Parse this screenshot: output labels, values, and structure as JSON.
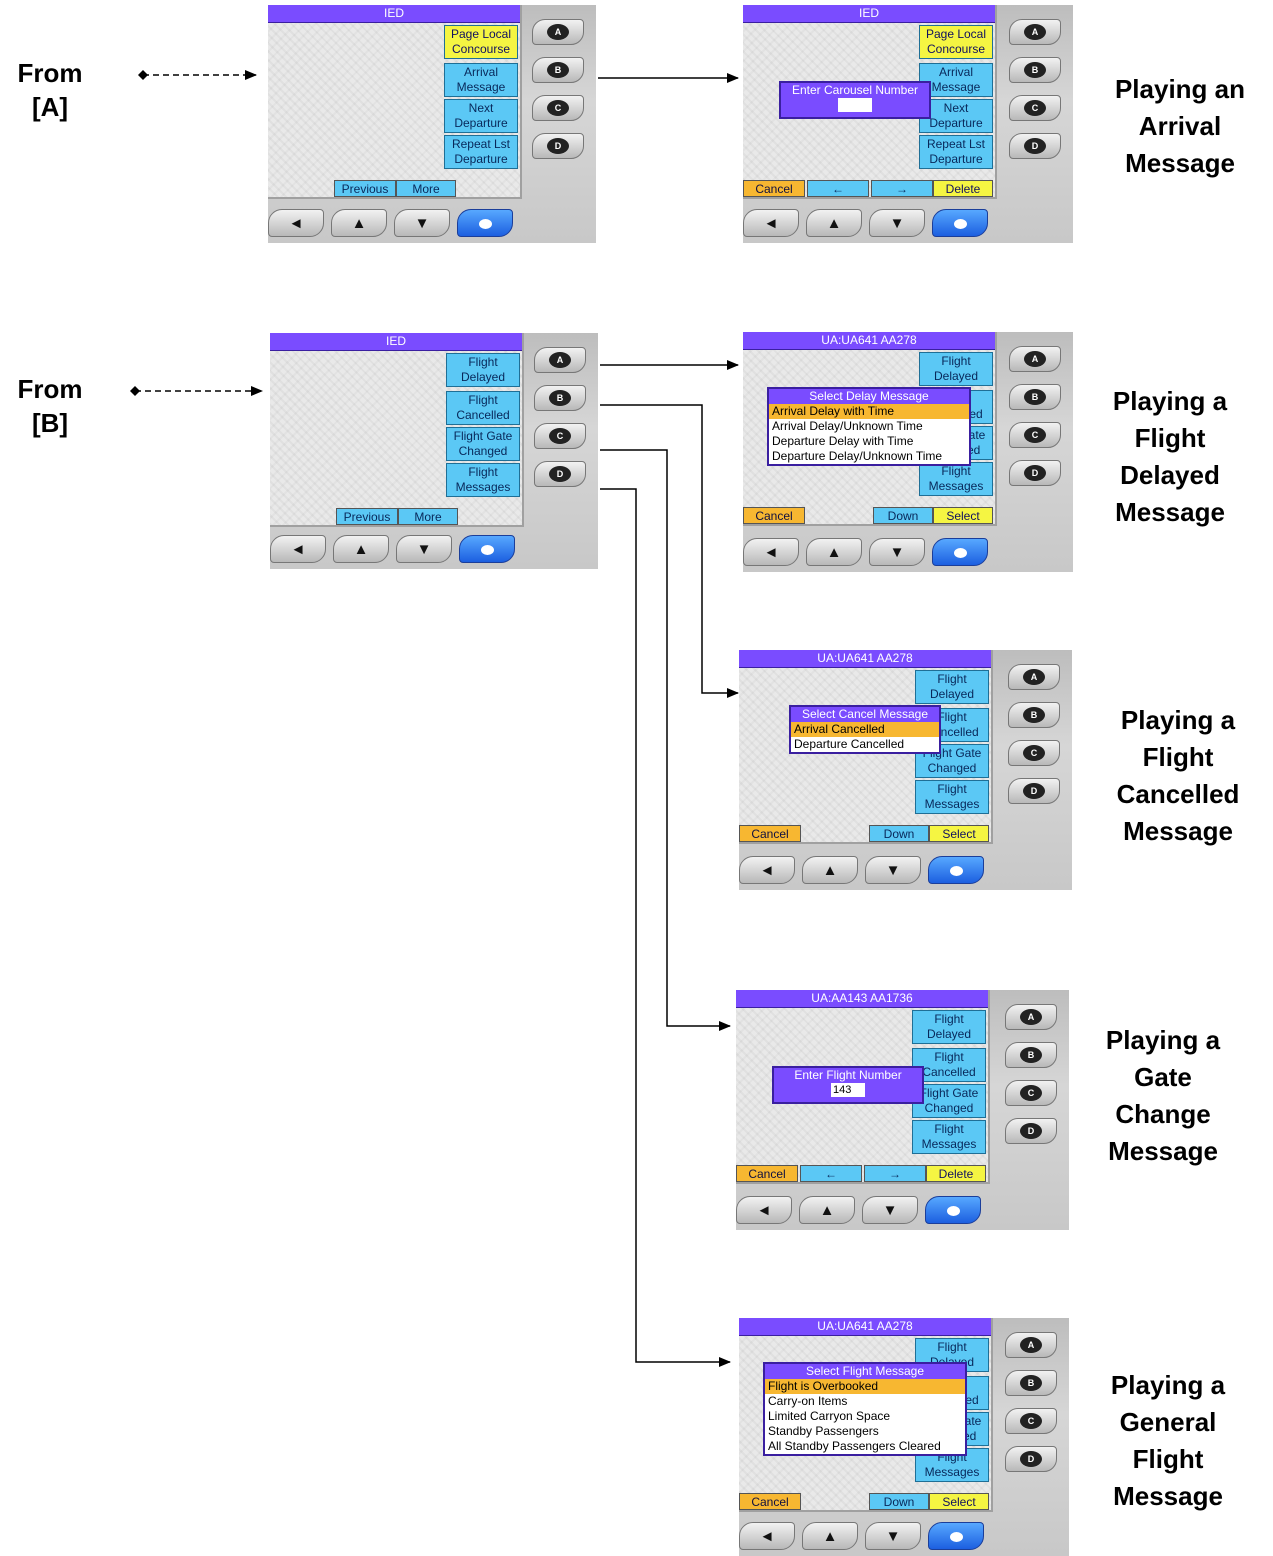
{
  "section_a": {
    "from": [
      "From",
      "[A]"
    ]
  },
  "section_b": {
    "from": [
      "From",
      "[B]"
    ]
  },
  "captions": {
    "arrival": [
      "Playing an",
      "Arrival",
      "Message"
    ],
    "delayed": [
      "Playing a",
      "Flight",
      "Delayed",
      "Message"
    ],
    "cancelled": [
      "Playing a",
      "Flight",
      "Cancelled",
      "Message"
    ],
    "gate": [
      "Playing a",
      "Gate",
      "Change",
      "Message"
    ],
    "general": [
      "Playing a",
      "General",
      "Flight",
      "Message"
    ]
  },
  "sidekey_glyphs": [
    "A",
    "B",
    "C",
    "D"
  ],
  "nav_keys": [
    "◄",
    "▲",
    "▼",
    "●"
  ],
  "screens": {
    "a_menu": {
      "title": "IED",
      "buttons": [
        [
          "Page Local",
          "Concourse"
        ],
        [
          "Arrival",
          "Message"
        ],
        [
          "Next",
          "Departure"
        ],
        [
          "Repeat Lst",
          "Departure"
        ]
      ],
      "bottom": [
        "Previous",
        "More"
      ]
    },
    "a_arrival": {
      "title": "IED",
      "buttons": [
        [
          "Page Local",
          "Concourse"
        ],
        [
          "Arrival",
          "Message"
        ],
        [
          "Next",
          "Departure"
        ],
        [
          "Repeat Lst",
          "Departure"
        ]
      ],
      "bottom": [
        "Cancel",
        "←",
        "→",
        "Delete"
      ],
      "entry_label": "Enter Carousel Number",
      "entry_value": ""
    },
    "b_menu": {
      "title": "IED",
      "buttons": [
        [
          "Flight",
          "Delayed"
        ],
        [
          "Flight",
          "Cancelled"
        ],
        [
          "Flight Gate",
          "Changed"
        ],
        [
          "Flight",
          "Messages"
        ]
      ],
      "bottom": [
        "Previous",
        "More"
      ]
    },
    "b_delayed": {
      "title": "UA:UA641  AA278",
      "buttons": [
        [
          "Flight",
          "Delayed"
        ],
        [
          "Flight",
          "Cancelled"
        ],
        [
          "Flight Gate",
          "Changed"
        ],
        [
          "Flight",
          "Messages"
        ]
      ],
      "bottom": [
        "Cancel",
        "Down",
        "Select"
      ],
      "popup_title": "Select Delay Message",
      "popup_items": [
        "Arrival Delay with Time",
        "Arrival Delay/Unknown Time",
        "Departure Delay with Time",
        "Departure Delay/Unknown Time"
      ]
    },
    "b_cancelled": {
      "title": "UA:UA641  AA278",
      "buttons": [
        [
          "Flight",
          "Delayed"
        ],
        [
          "Flight",
          "Cancelled"
        ],
        [
          "Flight Gate",
          "Changed"
        ],
        [
          "Flight",
          "Messages"
        ]
      ],
      "bottom": [
        "Cancel",
        "Down",
        "Select"
      ],
      "popup_title": "Select Cancel Message",
      "popup_items": [
        "Arrival Cancelled",
        "Departure Cancelled"
      ]
    },
    "b_gate": {
      "title": "UA:AA143  AA1736",
      "buttons": [
        [
          "Flight",
          "Delayed"
        ],
        [
          "Flight",
          "Cancelled"
        ],
        [
          "Flight Gate",
          "Changed"
        ],
        [
          "Flight",
          "Messages"
        ]
      ],
      "bottom": [
        "Cancel",
        "←",
        "→",
        "Delete"
      ],
      "entry_label": "Enter Flight Number",
      "entry_value": "143"
    },
    "b_general": {
      "title": "UA:UA641  AA278",
      "buttons": [
        [
          "Flight",
          "Delayed"
        ],
        [
          "Flight",
          "Cancelled"
        ],
        [
          "Flight Gate",
          "Changed"
        ],
        [
          "Flight",
          "Messages"
        ]
      ],
      "bottom": [
        "Cancel",
        "Down",
        "Select"
      ],
      "popup_title": "Select Flight Message",
      "popup_items": [
        "Flight is Overbooked",
        "Carry-on Items",
        "Limited Carryon Space",
        "Standby Passengers",
        "All Standby Passengers Cleared"
      ]
    }
  },
  "colors": {
    "title": "#7a4cff",
    "button": "#5bc8f5",
    "highlight": "#f5f542",
    "cancel": "#f7b731"
  }
}
